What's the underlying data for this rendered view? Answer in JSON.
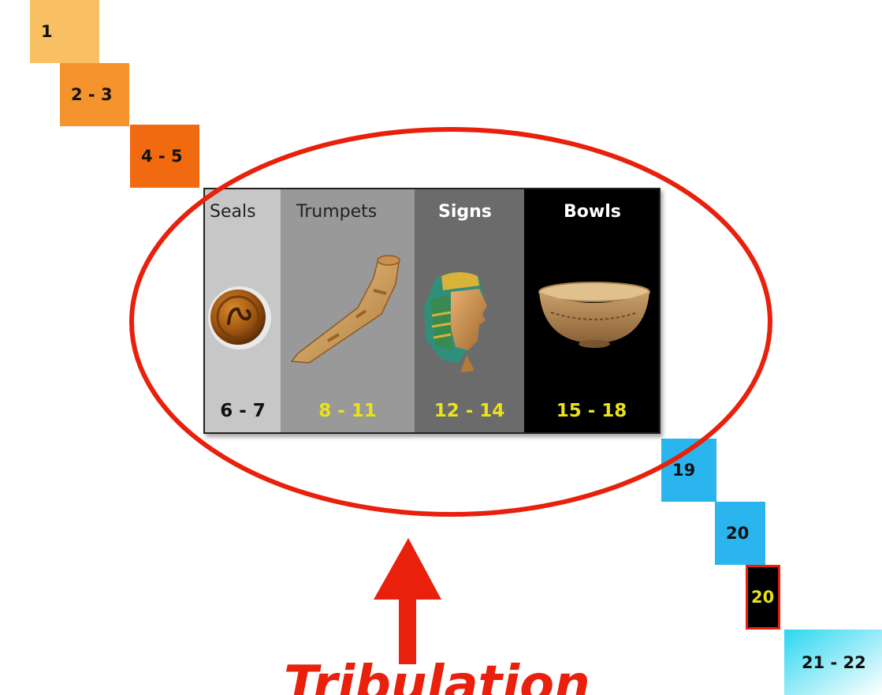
{
  "steps": [
    {
      "label": "1",
      "color": "#f9c063"
    },
    {
      "label": "2 - 3",
      "color": "#f5932c"
    },
    {
      "label": "4 - 5",
      "color": "#f26a0f"
    },
    {
      "label": "19",
      "color": "#2bb5ef"
    },
    {
      "label": "20",
      "color": "#2bb5ef"
    },
    {
      "label": "20",
      "color": "#000000",
      "text_color": "#e8e01a",
      "border_color": "#e8200c"
    },
    {
      "label": "21 - 22",
      "color_from": "#2bd7ef",
      "color_to": "#ffffff"
    }
  ],
  "panel": {
    "columns": [
      {
        "title": "Seals",
        "range": "6 - 7",
        "icon": "seal-icon",
        "bg": "#c7c7c7",
        "title_color": "#222222",
        "range_color": "#111111"
      },
      {
        "title": "Trumpets",
        "range": "8 - 11",
        "icon": "shofar-icon",
        "bg": "#999999",
        "title_color": "#222222",
        "range_color": "#eae21a"
      },
      {
        "title": "Signs",
        "range": "12 - 14",
        "icon": "pharaoh-head-icon",
        "bg": "#6b6b6b",
        "title_color": "#ffffff",
        "range_color": "#eae21a"
      },
      {
        "title": "Bowls",
        "range": "15 - 18",
        "icon": "bowl-icon",
        "bg": "#000000",
        "title_color": "#ffffff",
        "range_color": "#eae21a"
      }
    ]
  },
  "caption": "Tribulation",
  "highlight_color": "#e8200c"
}
